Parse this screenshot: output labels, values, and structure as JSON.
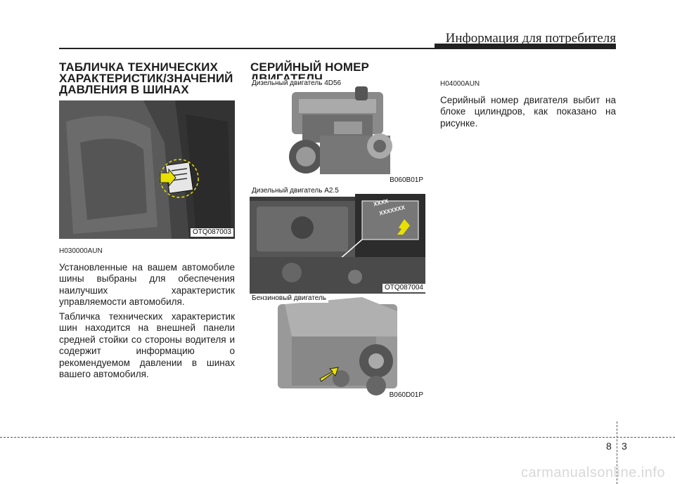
{
  "header": {
    "title": "Информация для потребителя"
  },
  "left": {
    "heading": [
      "ТАБЛИЧКА ТЕХНИЧЕСКИХ",
      "ХАРАКТЕРИСТИК/ЗНАЧЕНИЙ",
      "ДАВЛЕНИЯ В ШИНАХ"
    ],
    "figure_code": "OTQ087003",
    "section_code": "H030000AUN",
    "paragraphs": [
      "Установленные на вашем автомобиле шины выбраны для обеспечения наилучших характеристик управляемости автомобиля.",
      "Табличка технических характеристик шин находится на внешней панели средней стойки со стороны водителя и содержит информацию о рекомендуемом давлении в шинах вашего автомобиля."
    ]
  },
  "middle": {
    "heading": "СЕРИЙНЫЙ НОМЕР ДВИГАТЕЛЧ",
    "figures": [
      {
        "caption": "Дизельный двигатель 4D56",
        "code": "B060B01P"
      },
      {
        "caption": "Дизельный двигатель A2.5",
        "code": "OTQ087004",
        "stamp_line1": "XXXX",
        "stamp_line2": "XXXXXXX"
      },
      {
        "caption": "Бензиновый двигатель",
        "code": "B060D01P"
      }
    ]
  },
  "right": {
    "section_code": "H04000AUN",
    "paragraph": "Серийный номер двигателя выбит на блоке цилиндров, как показано на рисунке."
  },
  "footer": {
    "page_left": "8",
    "page_right": "3",
    "watermark": "carmanualsonline.info"
  },
  "colors": {
    "arrow": "#e8e000",
    "rule": "#222222"
  }
}
